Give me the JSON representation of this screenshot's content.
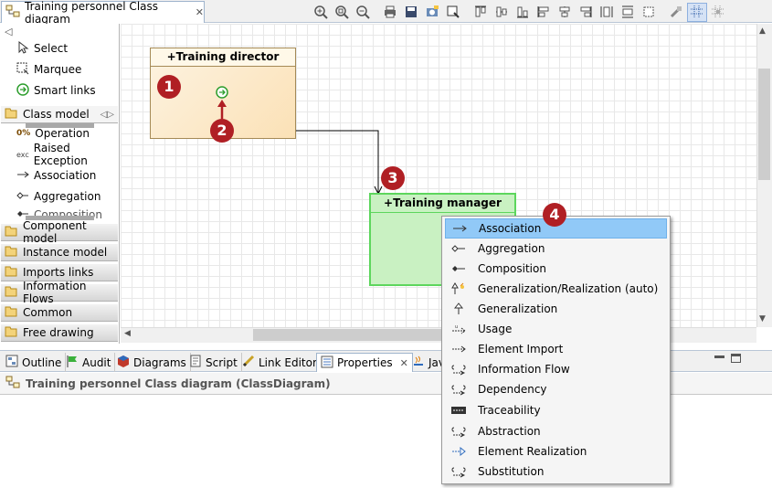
{
  "editor": {
    "tab_title": "Training personnel Class diagram",
    "tab_close": "✕"
  },
  "palette": {
    "tools": [
      {
        "label": "Select"
      },
      {
        "label": "Marquee"
      },
      {
        "label": "Smart links"
      }
    ],
    "class_model": {
      "label": "Class model",
      "items": [
        {
          "label": "Operation"
        },
        {
          "label": "Raised Exception"
        },
        {
          "label": "Association"
        },
        {
          "label": "Aggregation"
        },
        {
          "label": "Composition"
        }
      ]
    },
    "drawers": [
      {
        "label": "Component model"
      },
      {
        "label": "Instance model"
      },
      {
        "label": "Imports links"
      },
      {
        "label": "Information Flows"
      },
      {
        "label": "Common"
      },
      {
        "label": "Free drawing"
      }
    ]
  },
  "diagram": {
    "class1": {
      "title": "+Training director"
    },
    "class2": {
      "title": "+Training manager"
    },
    "badges": [
      "1",
      "2",
      "3",
      "4"
    ]
  },
  "views": {
    "tabs": [
      {
        "label": "Outline"
      },
      {
        "label": "Audit"
      },
      {
        "label": "Diagrams"
      },
      {
        "label": "Script"
      },
      {
        "label": "Link Editor"
      },
      {
        "label": "Properties",
        "close": "✕"
      },
      {
        "label": "Jav"
      }
    ],
    "properties_title": "Training personnel Class diagram (ClassDiagram)"
  },
  "context_menu": {
    "items": [
      {
        "label": "Association",
        "icon": "association-icon",
        "highlighted": true
      },
      {
        "label": "Aggregation",
        "icon": "aggregation-icon"
      },
      {
        "label": "Composition",
        "icon": "composition-icon"
      },
      {
        "label": "Generalization/Realization (auto)",
        "icon": "generalization-auto-icon"
      },
      {
        "label": "Generalization",
        "icon": "generalization-icon"
      },
      {
        "label": "Usage",
        "icon": "usage-icon"
      },
      {
        "label": "Element Import",
        "icon": "element-import-icon"
      },
      {
        "label": "Information Flow",
        "icon": "information-flow-icon"
      },
      {
        "label": "Dependency",
        "icon": "dependency-icon"
      },
      {
        "label": "Traceability",
        "icon": "traceability-icon"
      },
      {
        "label": "Abstraction",
        "icon": "abstraction-icon"
      },
      {
        "label": "Element Realization",
        "icon": "element-realization-icon"
      },
      {
        "label": "Substitution",
        "icon": "substitution-icon"
      }
    ]
  },
  "colors": {
    "badge": "#b01f24",
    "selection": "#5dd65d",
    "menu_highlight": "#91c9f7",
    "class_fill": "#fbe1b6"
  }
}
